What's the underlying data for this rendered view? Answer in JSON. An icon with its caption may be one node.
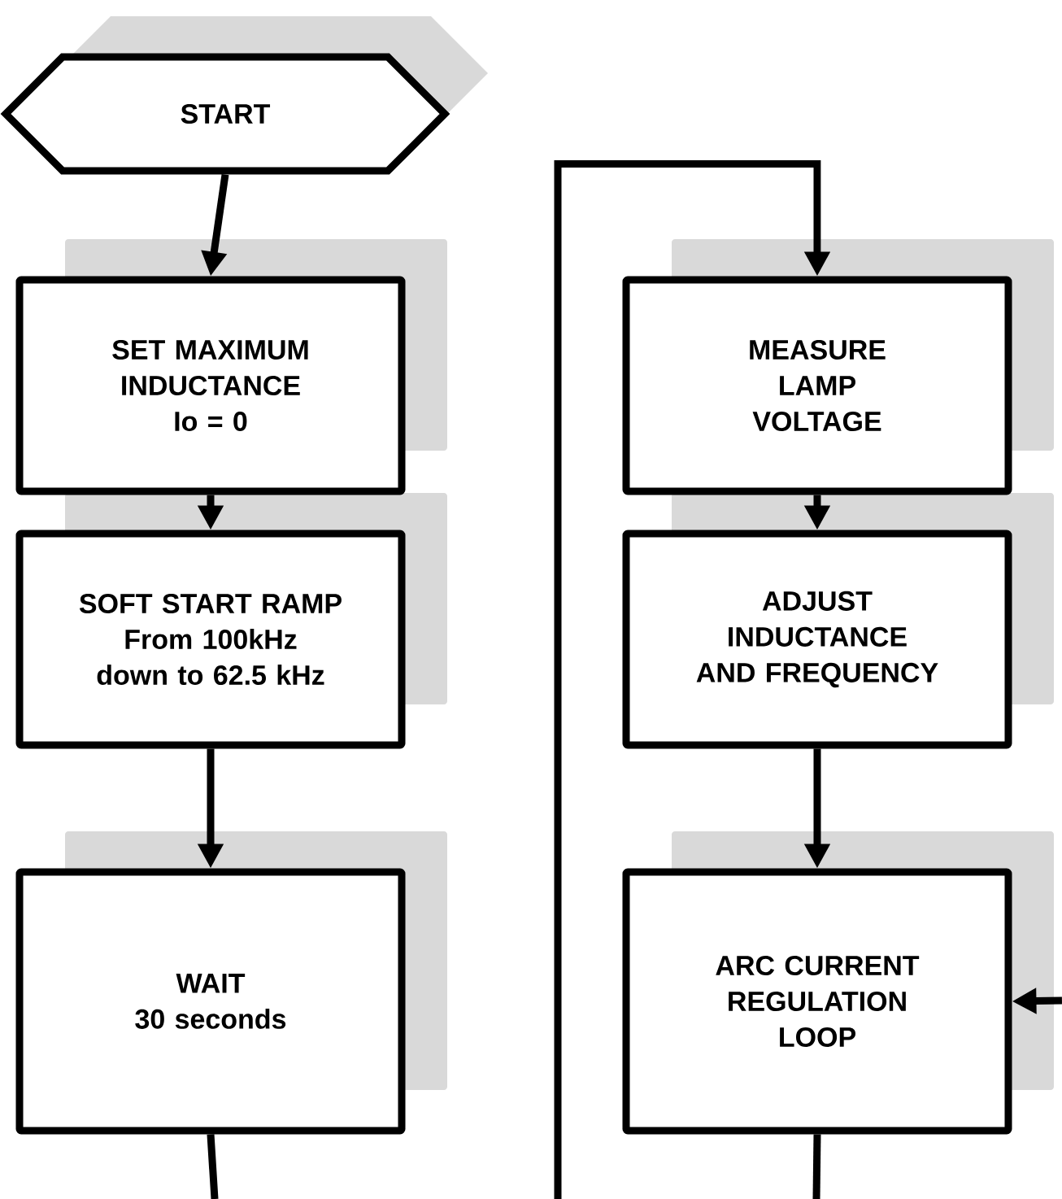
{
  "diagram": {
    "nodes": [
      {
        "text": [
          "START"
        ]
      },
      {
        "text": [
          "SET MAXIMUM INDUCTANCE",
          "Io = 0"
        ]
      },
      {
        "text": [
          "SOFT START RAMP",
          "From 100kHz down to 62.5 kHz"
        ]
      },
      {
        "text": [
          "WAIT",
          "30 seconds"
        ]
      },
      {
        "text": [
          "MEASURE LAMP VOLTAGE"
        ]
      },
      {
        "text": [
          "ADJUST INDUCTANCE AND FREQUENCY"
        ]
      },
      {
        "text": [
          "ARC CURRENT REGULATION LOOP"
        ]
      }
    ],
    "edges": [
      {
        "from": 0,
        "to": 1,
        "arrow": "to"
      },
      {
        "from": 1,
        "to": 2,
        "arrow": "to"
      },
      {
        "from": 2,
        "to": 3,
        "arrow": "to"
      },
      {
        "from": 3,
        "to": null,
        "arrow": "none"
      },
      {
        "from": null,
        "to": 4,
        "arrow": "to"
      },
      {
        "from": 4,
        "to": 5,
        "arrow": "to"
      },
      {
        "from": 5,
        "to": 6,
        "arrow": "to"
      },
      {
        "from": 6,
        "to": null,
        "arrow": "none"
      },
      {
        "from": null,
        "to": 6,
        "arrow": "to"
      }
    ]
  }
}
